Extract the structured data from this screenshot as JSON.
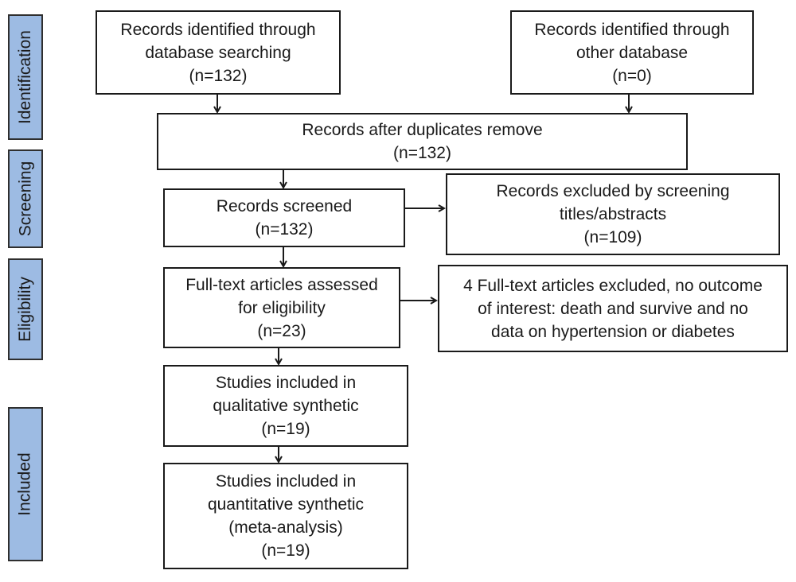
{
  "stages": {
    "identification": "Identification",
    "screening": "Screening",
    "eligibility": "Eligibility",
    "included": "Included"
  },
  "boxes": {
    "db_search": {
      "lines": [
        "Records identified through",
        "database searching",
        "(n=132)"
      ]
    },
    "other_db": {
      "lines": [
        "Records identified through",
        "other database",
        "(n=0)"
      ]
    },
    "after_duplicates": {
      "lines": [
        "Records after duplicates remove",
        "(n=132)"
      ]
    },
    "screened": {
      "lines": [
        "Records screened",
        "(n=132)"
      ]
    },
    "excluded_screening": {
      "lines": [
        "Records excluded by screening",
        "titles/abstracts",
        "(n=109)"
      ]
    },
    "fulltext_assessed": {
      "lines": [
        "Full-text articles assessed",
        "for eligibility",
        "(n=23)"
      ]
    },
    "fulltext_excluded": {
      "lines": [
        "4 Full-text articles excluded, no outcome",
        "of interest: death and survive and no",
        "data on hypertension or diabetes"
      ]
    },
    "qualitative": {
      "lines": [
        "Studies included in",
        "qualitative synthetic",
        "(n=19)"
      ]
    },
    "quantitative": {
      "lines": [
        "Studies included in",
        "quantitative synthetic",
        "(meta-analysis)",
        "(n=19)"
      ]
    }
  },
  "colors": {
    "stage_fill": "#9dbbe3",
    "border": "#1a1a1a"
  }
}
